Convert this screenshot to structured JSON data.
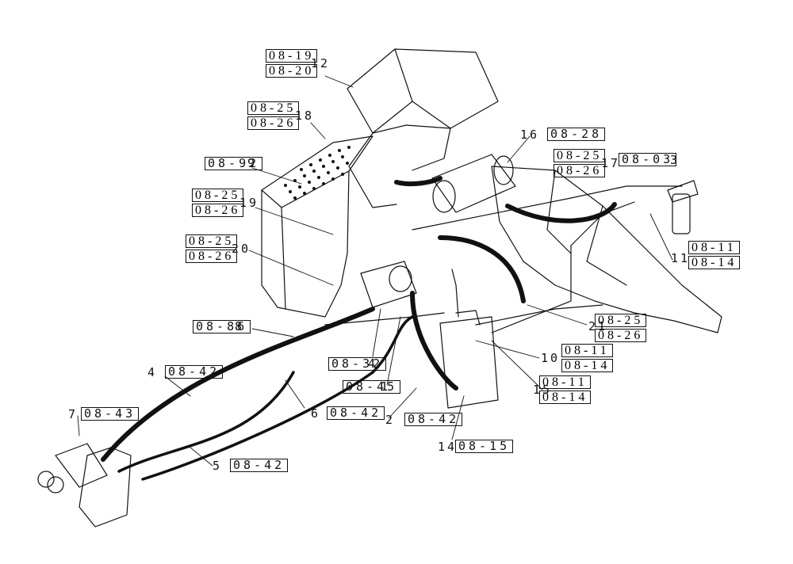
{
  "callouts": {
    "r0819": "08-19",
    "n12": "12",
    "r0820": "08-20",
    "r0825a": "08-25",
    "n18": "18",
    "r0826a": "08-26",
    "n16": "16",
    "r0828": "08-28",
    "r0825b": "08-25",
    "n17": "17",
    "r0826b": "08-26",
    "r0803": "08-03",
    "n3": "3",
    "r0892": "08-92",
    "n9": "9",
    "r0825c": "08-25",
    "n19": "19",
    "r0826c": "08-26",
    "r0825d": "08-25",
    "n20": "20",
    "r0826d": "08-26",
    "r0811a": "08-11",
    "n11": "11",
    "r0814a": "08-14",
    "r0886": "08-86",
    "n8": "8",
    "n21": "21",
    "r0825e": "08-25",
    "r0826e": "08-26",
    "n10": "10",
    "r0811b": "08-11",
    "r0814b": "08-14",
    "r0832": "08-32",
    "n4a": "4",
    "n4": "4",
    "r0842a": "08-42",
    "r0845": "08-45",
    "n1": "1",
    "n15": "15",
    "r0811c": "08-11",
    "r0814c": "08-14",
    "n7": "7",
    "r0843": "08-43",
    "n6": "6",
    "r0842b": "08-42",
    "n2": "2",
    "r0842c": "08-42",
    "n14": "14",
    "r0815": "08-15",
    "n5": "5",
    "r0842d": "08-42"
  }
}
